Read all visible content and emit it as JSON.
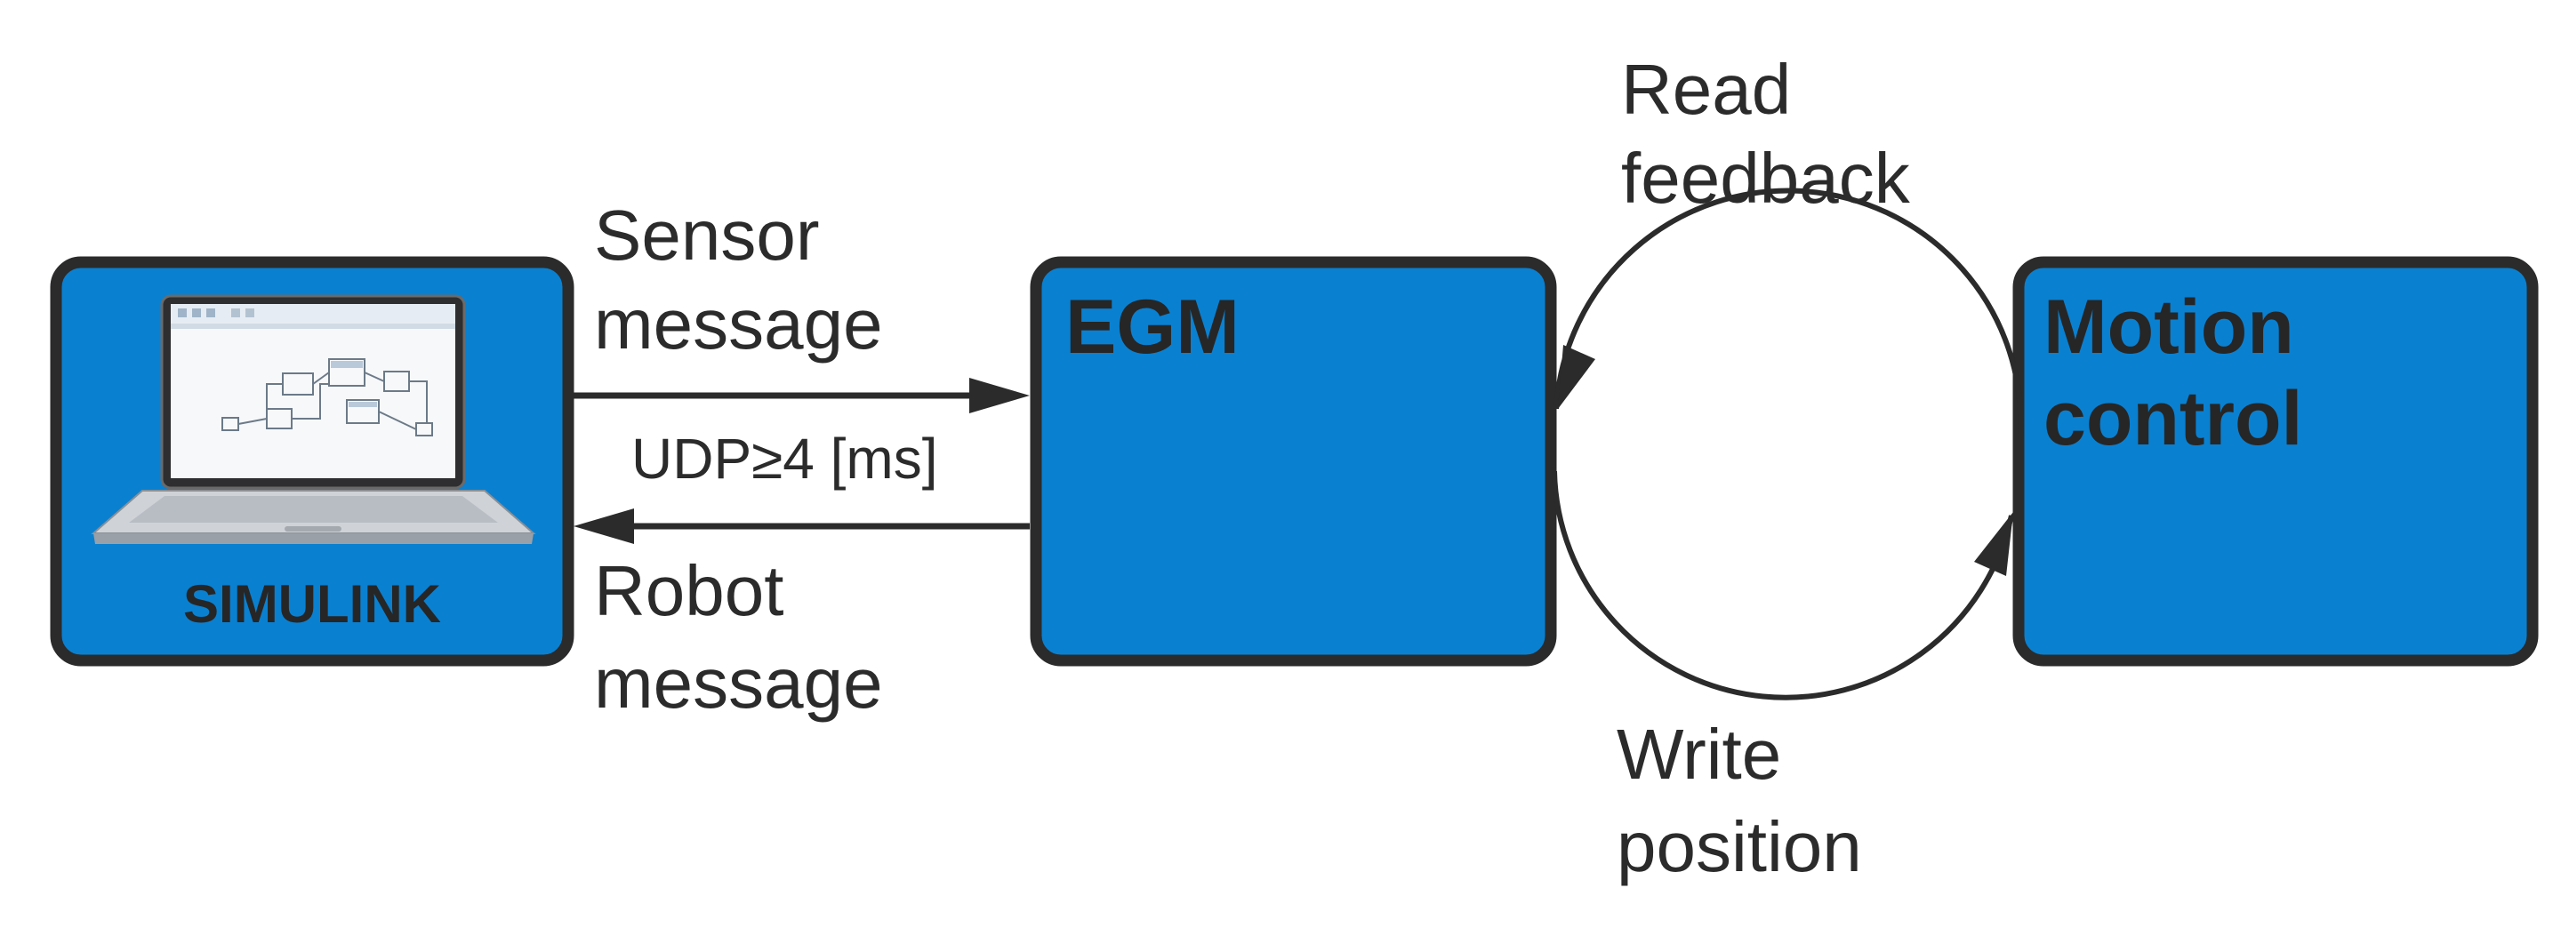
{
  "nodes": {
    "simulink": {
      "label": "SIMULINK"
    },
    "egm": {
      "label": "EGM"
    },
    "motion_control": {
      "line1": "Motion",
      "line2": "control"
    }
  },
  "edges": {
    "sensor_message": {
      "line1": "Sensor",
      "line2": "message"
    },
    "udp": {
      "label": "UDP≥4 [ms]"
    },
    "robot_message": {
      "line1": "Robot",
      "line2": "message"
    },
    "read_feedback": {
      "line1": "Read",
      "line2": "feedback"
    },
    "write_position": {
      "line1": "Write",
      "line2": "position"
    }
  },
  "colors": {
    "box_fill": "#0a80d0",
    "stroke": "#2b2b2b"
  }
}
